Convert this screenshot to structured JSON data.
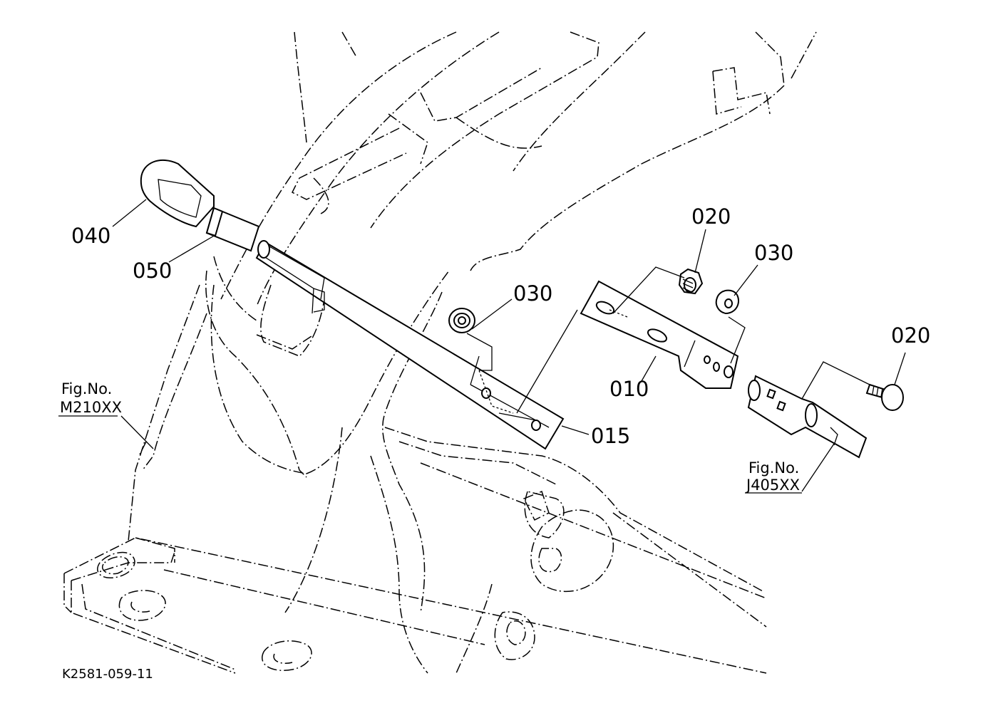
{
  "callouts": {
    "c040": "040",
    "c050": "050",
    "c030_left": "030",
    "c015": "015",
    "c020_top": "020",
    "c030_right": "030",
    "c010": "010",
    "c020_right": "020"
  },
  "fig_refs": {
    "left": {
      "line1": "Fig.No.",
      "line2": "M210XX"
    },
    "right": {
      "line1": "Fig.No.",
      "line2": "J405XX"
    }
  },
  "drawing_number": "K2581-059-11"
}
